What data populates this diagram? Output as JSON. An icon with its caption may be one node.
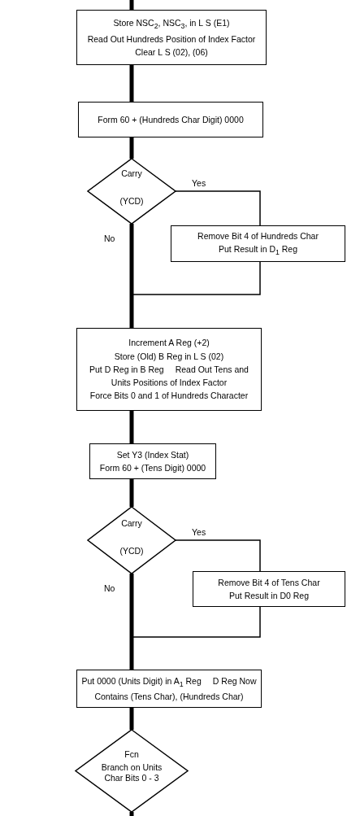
{
  "diagram": {
    "nodes": [
      {
        "text": [
          "Store NSC$_{2}$, NSC$_{3}$, in L S (E1)",
          "Read Out Hundreds Position of Index Factor",
          "Clear L S (02), (06)"
        ]
      },
      {
        "text": [
          "Form 60 + (Hundreds Char Digit) 0000"
        ]
      },
      {
        "text": [
          "Carry",
          "(YCD)"
        ]
      },
      {
        "text": [
          "Remove Bit 4 of Hundreds Char",
          "Put Result in D$_{1}$ Reg"
        ]
      },
      {
        "text": [
          "Increment A Reg (+2)",
          "Store (Old) B Reg in L S (02)",
          "Put D Reg in B Reg",
          "Read Out Tens and Units Positions of Index Factor",
          "Force Bits 0 and 1 of Hundreds Character"
        ]
      },
      {
        "text": [
          "Set Y3 (Index Stat)",
          "Form 60 + (Tens Digit) 0000"
        ]
      },
      {
        "text": [
          "Carry",
          "(YCD)"
        ]
      },
      {
        "text": [
          "Remove Bit 4 of Tens Char",
          "Put Result in D0 Reg"
        ]
      },
      {
        "text": [
          "Put 0000 (Units Digit) in A$_{1}$ Reg",
          "D Reg Now Contains (Tens Char), (Hundreds Char)"
        ]
      },
      {
        "text": [
          "Fcn",
          "Branch on Units Char Bits 0 - 3"
        ]
      }
    ],
    "edges": [
      {
        "from": null,
        "to": 0,
        "arrow": "none"
      },
      {
        "from": 0,
        "to": 1,
        "arrow": "none"
      },
      {
        "from": 1,
        "to": 2,
        "arrow": "none"
      },
      {
        "from": 2,
        "to": 3,
        "arrow": "none",
        "label": "Yes"
      },
      {
        "from": 3,
        "to": 4,
        "arrow": "none"
      },
      {
        "from": 2,
        "to": 4,
        "arrow": "none",
        "label": "No"
      },
      {
        "from": 4,
        "to": 5,
        "arrow": "none"
      },
      {
        "from": 5,
        "to": 6,
        "arrow": "none"
      },
      {
        "from": 6,
        "to": 7,
        "arrow": "none",
        "label": "Yes"
      },
      {
        "from": 7,
        "to": 8,
        "arrow": "none"
      },
      {
        "from": 6,
        "to": 8,
        "arrow": "none",
        "label": "No"
      },
      {
        "from": 8,
        "to": 9,
        "arrow": "none"
      },
      {
        "from": 9,
        "to": null,
        "arrow": "none"
      }
    ]
  }
}
